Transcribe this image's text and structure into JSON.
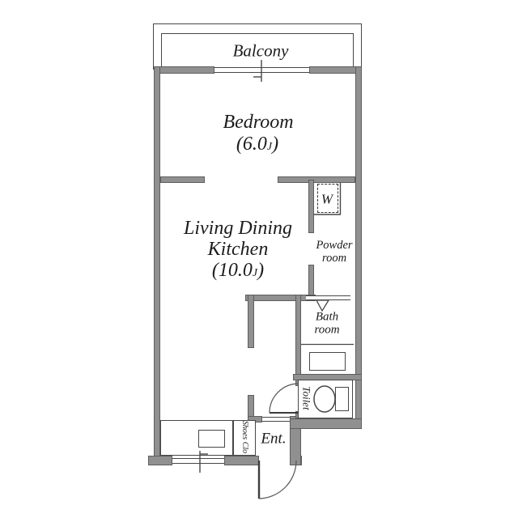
{
  "floorplan": {
    "balcony": {
      "label": "Balcony"
    },
    "bedroom": {
      "name": "Bedroom",
      "size_open": "(6.0",
      "size_unit": "J",
      "size_close": ")"
    },
    "ldk": {
      "line1": "Living Dining",
      "line2": "Kitchen",
      "size_open": "(10.0",
      "size_unit": "J",
      "size_close": ")"
    },
    "powder_room": {
      "line1": "Powder",
      "line2": "room"
    },
    "bath_room": {
      "line1": "Bath",
      "line2": "room"
    },
    "toilet": {
      "label": "Toilet"
    },
    "washer": {
      "label": "W"
    },
    "entrance": {
      "label": "Ent."
    },
    "shoes_closet": {
      "label": "Shoes Clo"
    },
    "colors": {
      "wall_fill": "#909090",
      "wall_edge": "#5e5e5e",
      "line": "#474747",
      "text": "#1c1c1c",
      "background": "#ffffff"
    }
  }
}
